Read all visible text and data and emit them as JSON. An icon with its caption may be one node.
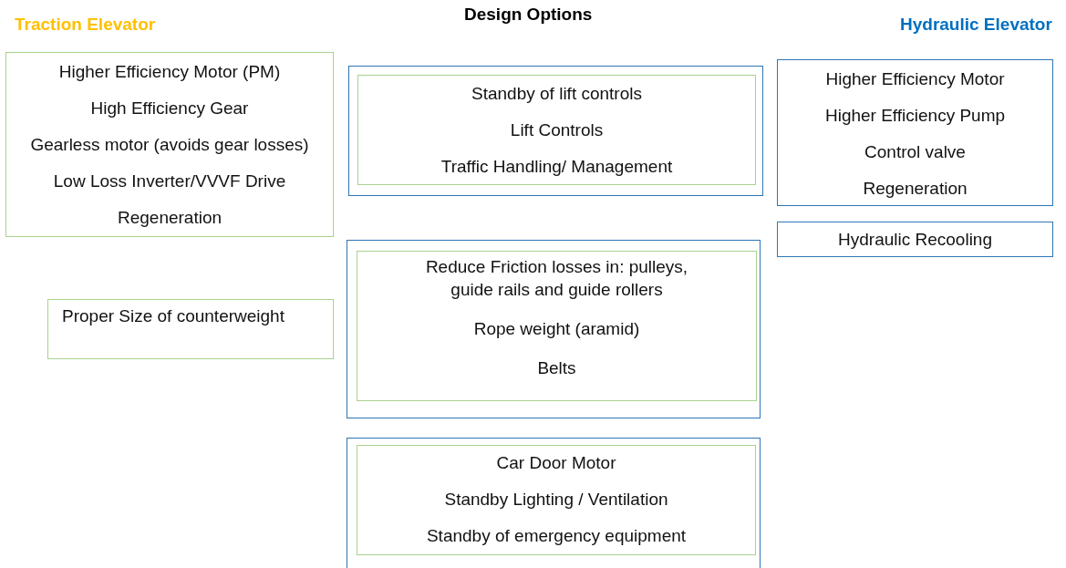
{
  "diagram": {
    "title": "Design Options",
    "nodes": [
      {
        "text": [
          "Higher Efficiency Motor (PM)",
          "High Efficiency Gear",
          "Gearless motor (avoids gear losses)",
          "Low Loss Inverter/VVVF Drive",
          "Regeneration"
        ]
      },
      {
        "text": [],
        "shape": "box"
      },
      {
        "text": [
          "Standby of lift controls",
          "Lift Controls",
          "Traffic Handling/ Management"
        ],
        "in": 1
      },
      {
        "text": [
          "Higher Efficiency Motor",
          "Higher Efficiency Pump",
          "Control valve",
          "Regeneration"
        ]
      },
      {
        "text": [
          "Hydraulic Recooling"
        ]
      },
      {
        "text": [],
        "shape": "box"
      },
      {
        "text": [
          "Reduce Friction losses in: pulleys, guide rails and guide rollers",
          "Rope weight (aramid)",
          "Belts"
        ],
        "in": 5
      },
      {
        "text": [
          "Proper Size of counterweight"
        ]
      },
      {
        "text": [],
        "shape": "box"
      },
      {
        "text": [
          "Car Door Motor",
          "Standby Lighting / Ventilation",
          "Standby of emergency equipment"
        ],
        "in": 8
      }
    ],
    "labels": [
      "Traction Elevator",
      "Hydraulic Elevator"
    ]
  }
}
